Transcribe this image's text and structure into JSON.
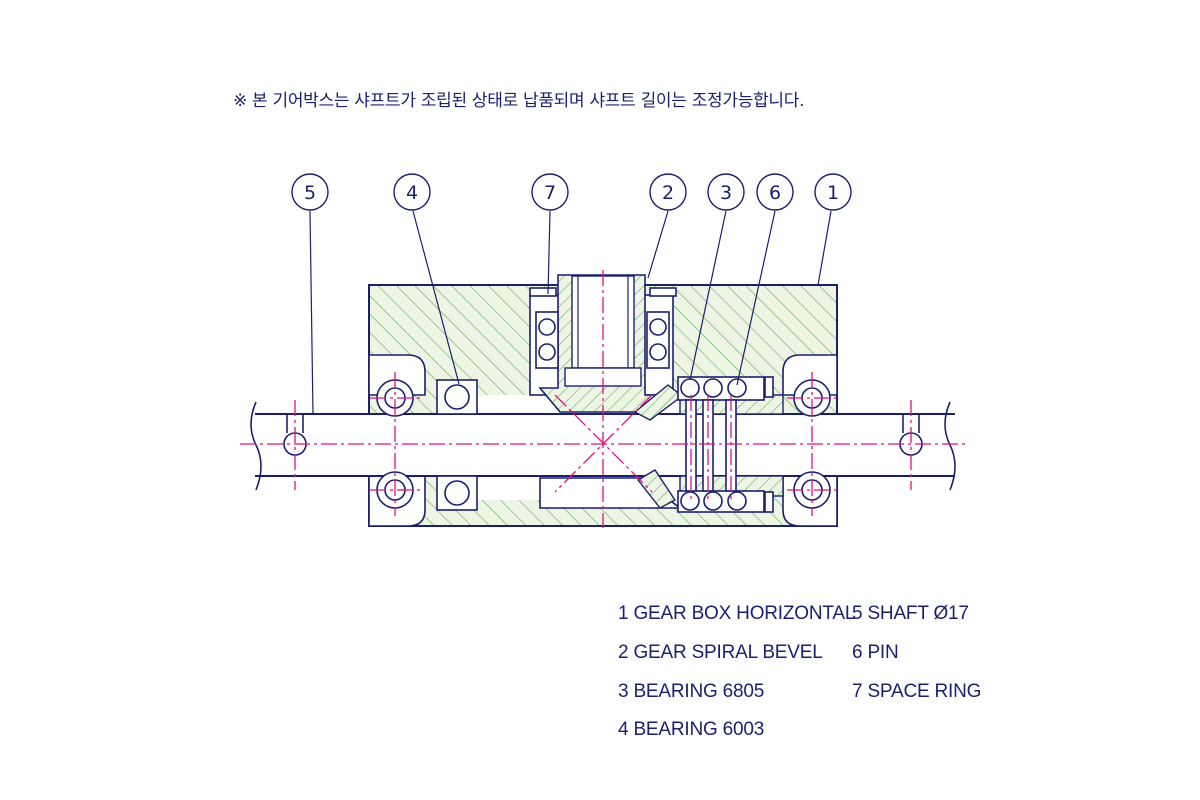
{
  "note": "※ 본 기어박스는 샤프트가 조립된 상태로 납품되며 샤프트 길이는 조정가능합니다.",
  "balloons": [
    "5",
    "4",
    "7",
    "2",
    "3",
    "6",
    "1"
  ],
  "parts": [
    "1 GEAR BOX HORIZONTAL",
    "2 GEAR SPIRAL BEVEL",
    "3 BEARING 6805",
    "4 BEARING 6003",
    "5 SHAFT Ø17",
    "6 PIN",
    "7 SPACE RING"
  ],
  "colors": {
    "line": "#1c1f6e",
    "hatch": "#5cae5c",
    "center": "#e0117f"
  }
}
